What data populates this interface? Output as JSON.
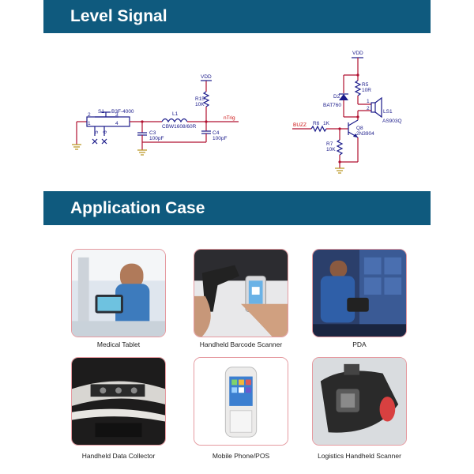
{
  "sections": {
    "level_signal": "Level Signal",
    "application_case": "Application Case"
  },
  "schematic": {
    "labels": {
      "s1": "S1",
      "b3f": "B3F-4000",
      "pin2": "2",
      "pin3": "3",
      "pin1": "1",
      "pin4": "4",
      "pin5": "5",
      "pin6": "6",
      "l1": "L1",
      "l1_val": "CBW1608/60R",
      "c3": "C3",
      "c3_val": "100pF",
      "r15": "R15",
      "r15_val": "10K",
      "vdd1": "VDD",
      "c4": "C4",
      "c4_val": "100pF",
      "ntrig": "nTrig",
      "vdd2": "VDD",
      "r5": "R5",
      "r5_val": "10R",
      "d2": "D2",
      "d2_val": "BAT760",
      "pin_ls1": "1",
      "pin_ls2": "2",
      "ls1": "LS1",
      "ls1_val": "AS903Q",
      "buzz": "BUZZ",
      "r6": "R6",
      "r6_val": "1K",
      "q8": "Q8",
      "q8_val": "2N3904",
      "r7": "R7",
      "r7_val": "10K"
    }
  },
  "applications": [
    {
      "caption": "Medical Tablet"
    },
    {
      "caption": "Handheld Barcode Scanner"
    },
    {
      "caption": "PDA"
    },
    {
      "caption": "Handheld Data Collector"
    },
    {
      "caption": "Mobile Phone/POS"
    },
    {
      "caption": "Logistics Handheld Scanner"
    }
  ]
}
